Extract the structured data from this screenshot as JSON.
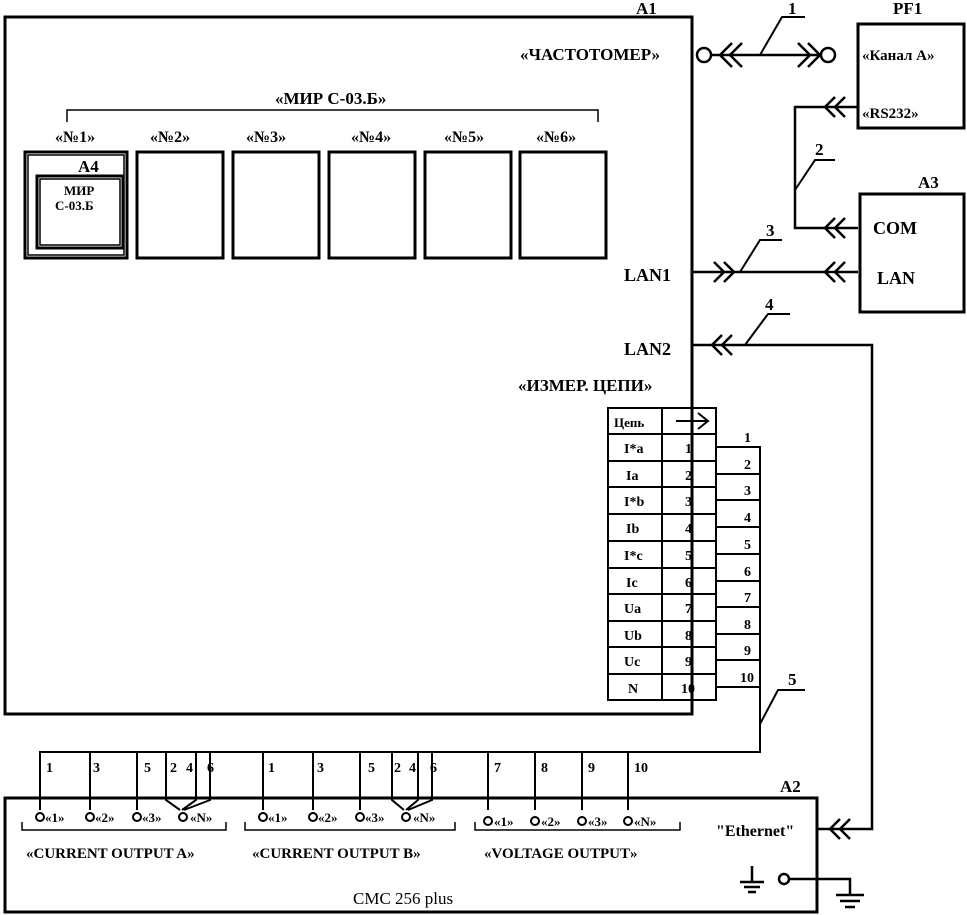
{
  "blocks": {
    "a1": "A1",
    "pf1": "PF1",
    "a3": "A3",
    "a2": "A2",
    "a4": "A4"
  },
  "a1_labels": {
    "chastotomer": "«ЧАСТОТОМЕР»",
    "lan1": "LAN1",
    "lan2": "LAN2",
    "izmer": "«ИЗМЕР. ЦЕПИ»",
    "mir_group": "«МИР С-03.Б»"
  },
  "slots": [
    "«№1»",
    "«№2»",
    "«№3»",
    "«№4»",
    "«№5»",
    "«№6»"
  ],
  "module": {
    "line1": "МИР",
    "line2": "С-03.Б"
  },
  "pf1_ports": {
    "channel": "«Канал А»",
    "rs232": "«RS232»"
  },
  "a3_ports": {
    "com": "COM",
    "lan": "LAN"
  },
  "cables": [
    "1",
    "2",
    "3",
    "4",
    "5"
  ],
  "table": {
    "header": "Цепь",
    "rows": [
      {
        "name": "I*a",
        "num": "1"
      },
      {
        "name": "Ia",
        "num": "2"
      },
      {
        "name": "I*b",
        "num": "3"
      },
      {
        "name": "Ib",
        "num": "4"
      },
      {
        "name": "I*c",
        "num": "5"
      },
      {
        "name": "Ic",
        "num": "6"
      },
      {
        "name": "Ua",
        "num": "7"
      },
      {
        "name": "Ub",
        "num": "8"
      },
      {
        "name": "Uc",
        "num": "9"
      },
      {
        "name": "N",
        "num": "10"
      }
    ]
  },
  "wires": [
    "1",
    "2",
    "3",
    "4",
    "5",
    "6",
    "7",
    "8",
    "9",
    "10"
  ],
  "a2": {
    "name": "CMC 256 plus",
    "ethernet": "\"Ethernet\"",
    "groups": [
      "«CURRENT OUTPUT A»",
      "«CURRENT OUTPUT B»",
      "«VOLTAGE OUTPUT»"
    ],
    "terminals": [
      "«1»",
      "«2»",
      "«3»",
      "«N»"
    ],
    "wire_labels": {
      "a": [
        "1",
        "3",
        "5",
        "2",
        "4",
        "6"
      ],
      "b": [
        "1",
        "3",
        "5",
        "2",
        "4",
        "6"
      ],
      "v": [
        "7",
        "8",
        "9",
        "10"
      ]
    }
  }
}
